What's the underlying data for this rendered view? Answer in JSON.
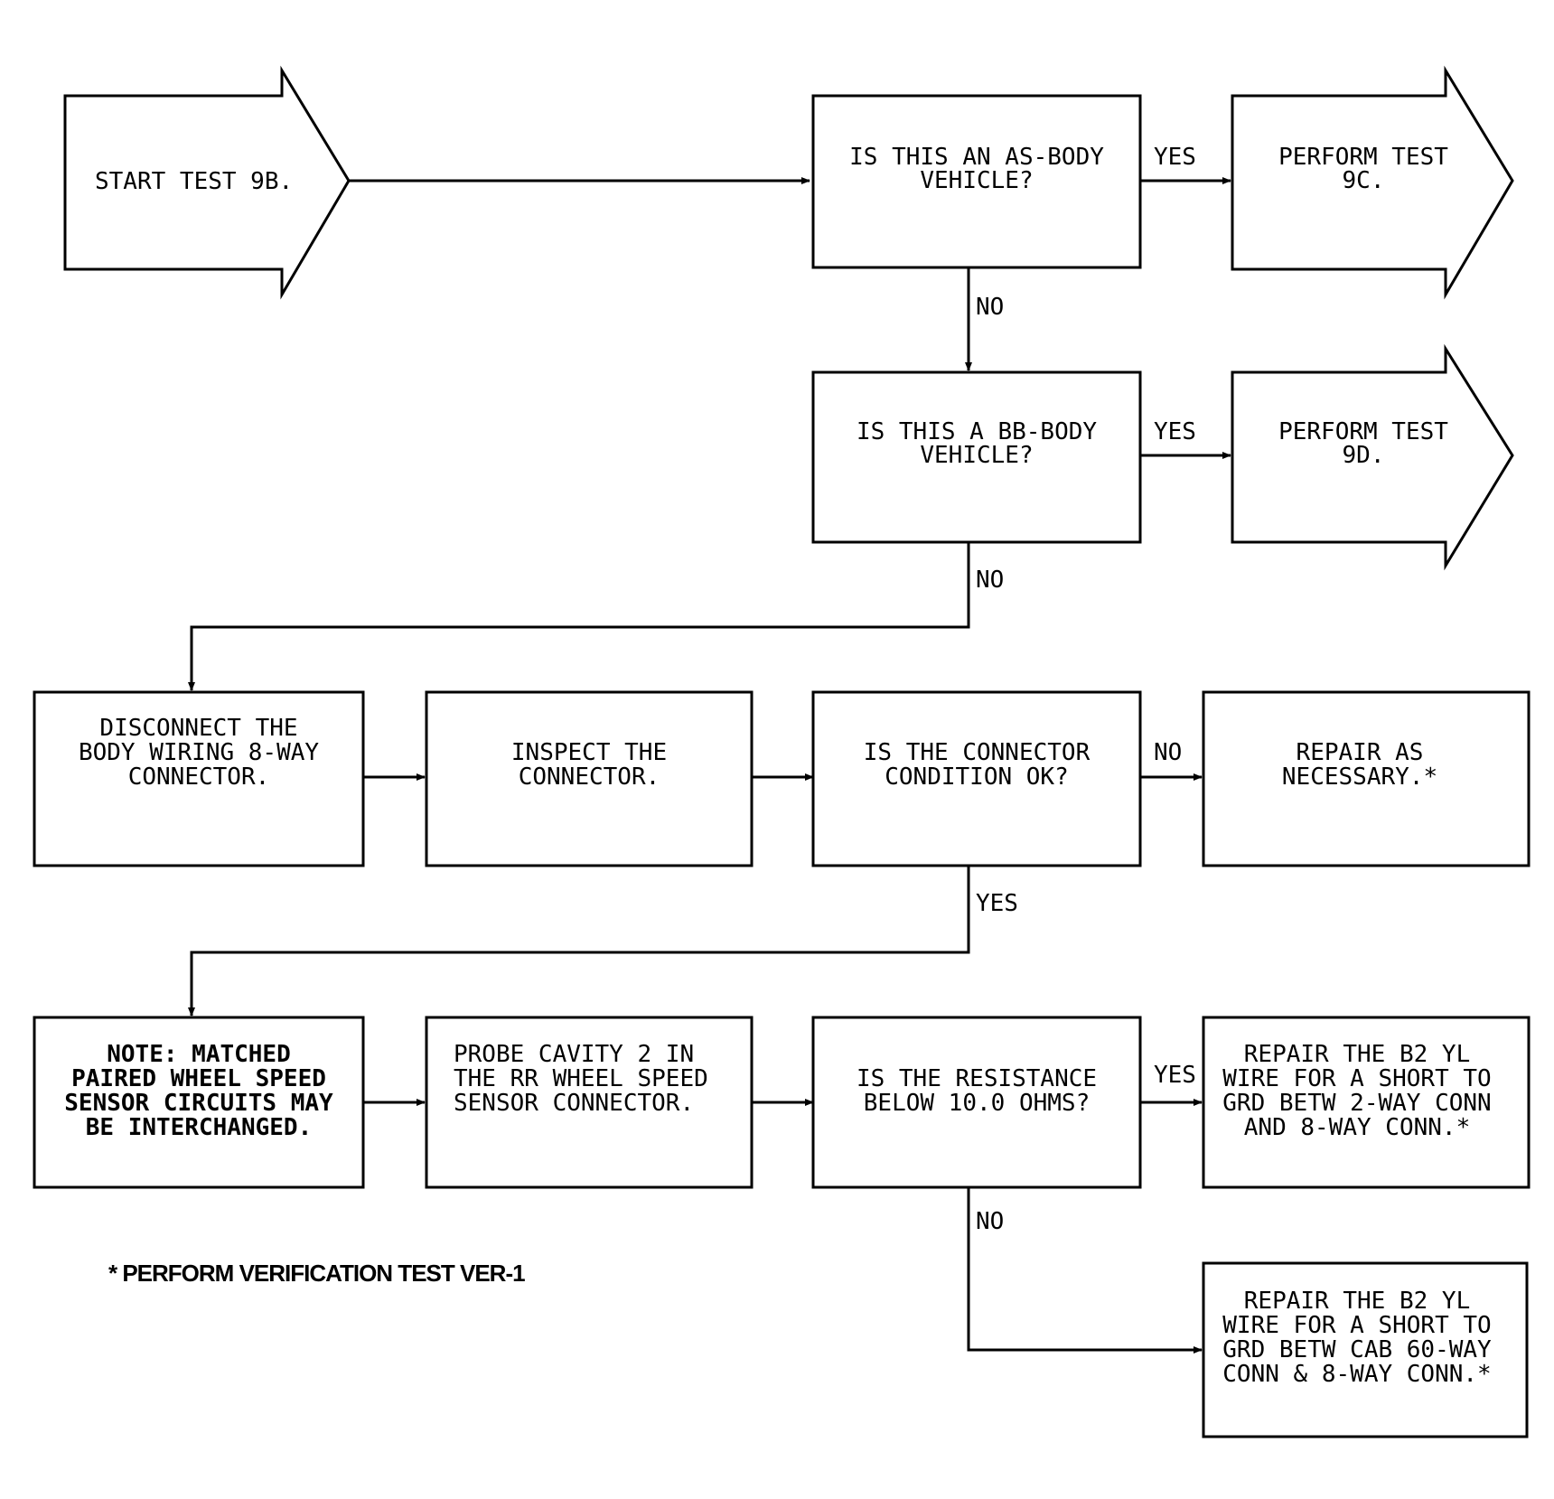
{
  "nodes": {
    "start": {
      "lines": [
        "START TEST 9B."
      ]
    },
    "q_as_body": {
      "lines": [
        "IS THIS AN AS-BODY",
        "VEHICLE?"
      ]
    },
    "perform_9c": {
      "lines": [
        "PERFORM TEST",
        "9C."
      ]
    },
    "q_bb_body": {
      "lines": [
        "IS THIS A BB-BODY",
        "VEHICLE?"
      ]
    },
    "perform_9d": {
      "lines": [
        "PERFORM TEST",
        "9D."
      ]
    },
    "disconnect": {
      "lines": [
        "DISCONNECT THE",
        "BODY WIRING 8-WAY",
        "CONNECTOR."
      ]
    },
    "inspect": {
      "lines": [
        "INSPECT THE",
        "CONNECTOR."
      ]
    },
    "q_condition": {
      "lines": [
        "IS THE CONNECTOR",
        "CONDITION OK?"
      ]
    },
    "repair_as_necessary": {
      "lines": [
        "REPAIR AS",
        "NECESSARY.*"
      ]
    },
    "note": {
      "lines": [
        "NOTE:  MATCHED",
        "PAIRED WHEEL SPEED",
        "SENSOR CIRCUITS MAY",
        "BE INTERCHANGED."
      ]
    },
    "probe": {
      "lines": [
        "PROBE CAVITY 2 IN",
        "THE RR WHEEL SPEED",
        "SENSOR CONNECTOR."
      ]
    },
    "q_resistance": {
      "lines": [
        "IS THE RESISTANCE",
        "BELOW 10.0 OHMS?"
      ]
    },
    "repair_2way": {
      "lines": [
        "REPAIR THE B2 YL",
        "WIRE FOR A SHORT TO",
        "GRD BETW 2-WAY CONN",
        "AND 8-WAY CONN.*"
      ]
    },
    "repair_60way": {
      "lines": [
        "REPAIR THE B2 YL",
        "WIRE FOR A SHORT TO",
        "GRD BETW CAB 60-WAY",
        "CONN & 8-WAY CONN.*"
      ]
    }
  },
  "edge_labels": {
    "as_yes": "YES",
    "as_no": "NO",
    "bb_yes": "YES",
    "bb_no": "NO",
    "condition_no": "NO",
    "condition_yes": "YES",
    "resistance_yes": "YES",
    "resistance_no": "NO"
  },
  "footnote": "* PERFORM VERIFICATION TEST VER-1"
}
